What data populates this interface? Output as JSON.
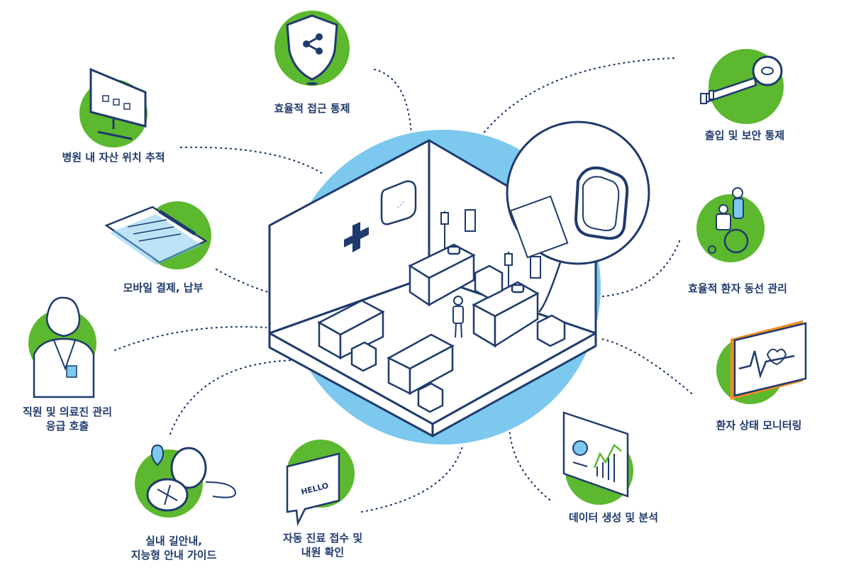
{
  "colors": {
    "navy": "#1f3a6d",
    "green": "#5cb82e",
    "sky": "#7cc8ef",
    "orange": "#f08a24"
  },
  "center": {
    "cross_icon": "medical-cross-icon",
    "beacon_icon": "wall-beacon-icon",
    "bubble_text": "HELLO"
  },
  "features": [
    {
      "id": "access-control",
      "icon": "shield-icon",
      "lines": [
        "효율적 접근 통제"
      ]
    },
    {
      "id": "entry-security",
      "icon": "key-icon",
      "lines": [
        "출입 및 보안 통제"
      ]
    },
    {
      "id": "asset-tracking",
      "icon": "monitor-icon",
      "lines": [
        "병원 내 자산 위치 추적"
      ]
    },
    {
      "id": "mobile-payment",
      "icon": "clipboard-icon",
      "lines": [
        "모바일 결제, 납부"
      ]
    },
    {
      "id": "patient-flow",
      "icon": "wheelchair-icon",
      "lines": [
        "효율적 환자 동선 관리"
      ]
    },
    {
      "id": "staff-emergency",
      "icon": "doctor-icon",
      "lines": [
        "직원 및 의료진 관리",
        "응급 호출"
      ]
    },
    {
      "id": "patient-monitoring",
      "icon": "heartbeat-icon",
      "lines": [
        "환자 상태 모니터링"
      ]
    },
    {
      "id": "indoor-navigation",
      "icon": "compass-icon",
      "lines": [
        "실내 길안내,",
        "지능형 안내 가이드"
      ]
    },
    {
      "id": "auto-reception",
      "icon": "speech-bubble-icon",
      "lines": [
        "자동 진료 접수 및",
        "내원 확인"
      ]
    },
    {
      "id": "data-analysis",
      "icon": "chart-board-icon",
      "lines": [
        "데이터 생성 및 분석"
      ]
    }
  ]
}
